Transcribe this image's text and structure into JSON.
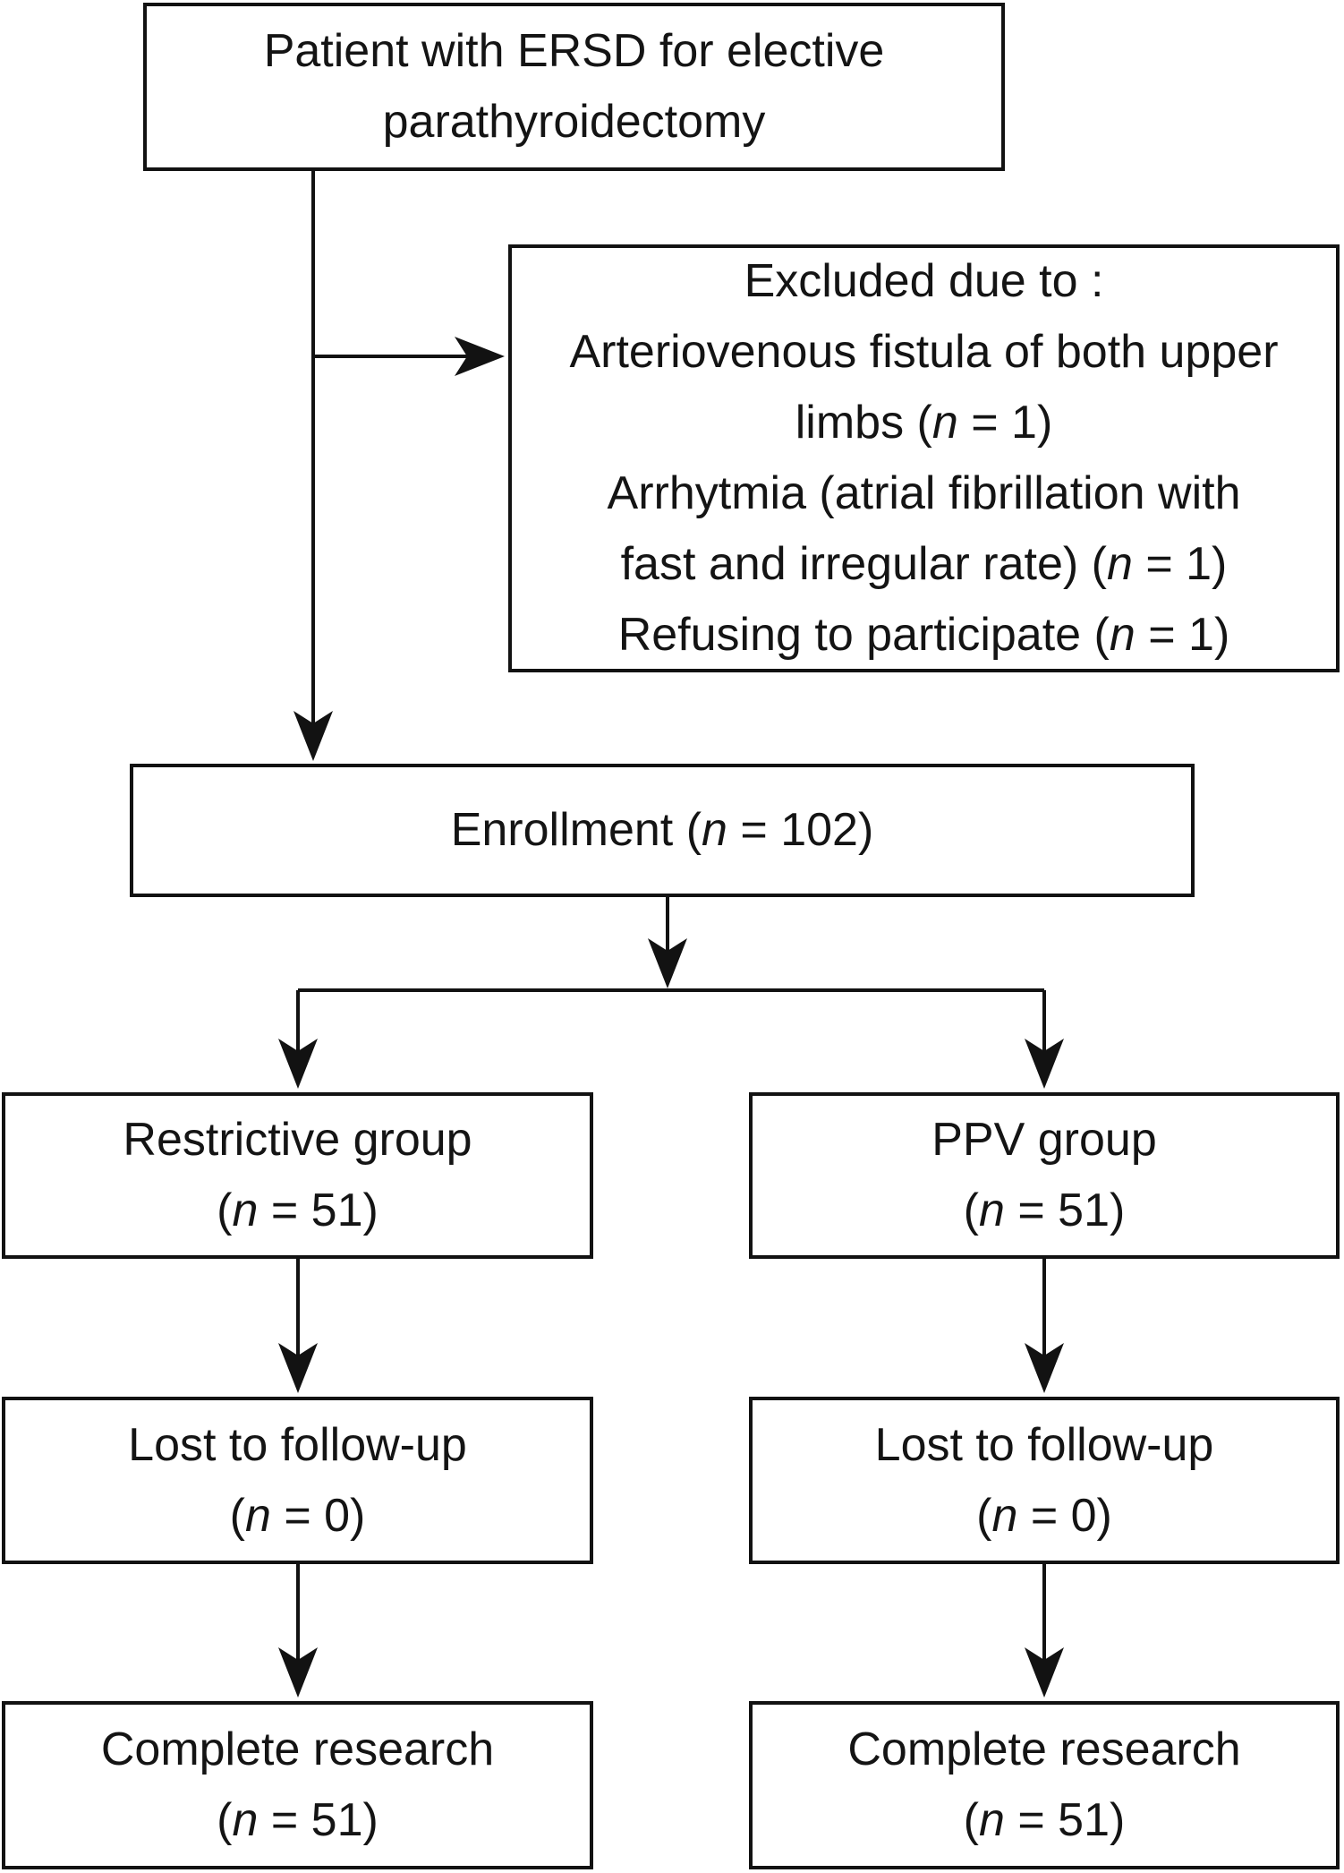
{
  "figure": {
    "background_color": "#ffffff",
    "line_color": "#121212",
    "text_color": "#141414"
  },
  "boxes": {
    "patient": {
      "lines": [
        [
          {
            "text": "Patient with ERSD for elective"
          }
        ],
        [
          {
            "text": "parathyroidectomy"
          }
        ]
      ]
    },
    "excluded": {
      "lines": [
        [
          {
            "text": "Excluded due to :"
          }
        ],
        [
          {
            "text": "Arteriovenous fistula of both upper"
          }
        ],
        [
          {
            "text": "limbs ("
          },
          {
            "text": "n",
            "italic": true
          },
          {
            "text": " = 1)"
          }
        ],
        [
          {
            "text": "Arrhytmia (atrial fibrillation with"
          }
        ],
        [
          {
            "text": "fast and irregular rate) ("
          },
          {
            "text": "n",
            "italic": true
          },
          {
            "text": " = 1)"
          }
        ],
        [
          {
            "text": "Refusing to participate ("
          },
          {
            "text": "n",
            "italic": true
          },
          {
            "text": " = 1)"
          }
        ]
      ]
    },
    "enrollment": {
      "lines": [
        [
          {
            "text": "Enrollment ("
          },
          {
            "text": "n",
            "italic": true
          },
          {
            "text": " = 102)"
          }
        ]
      ]
    },
    "restrictive": {
      "lines": [
        [
          {
            "text": "Restrictive group"
          }
        ],
        [
          {
            "text": "("
          },
          {
            "text": "n",
            "italic": true
          },
          {
            "text": " = 51)"
          }
        ]
      ]
    },
    "ppv": {
      "lines": [
        [
          {
            "text": "PPV group"
          }
        ],
        [
          {
            "text": "("
          },
          {
            "text": "n",
            "italic": true
          },
          {
            "text": " = 51)"
          }
        ]
      ]
    },
    "lost_left": {
      "lines": [
        [
          {
            "text": "Lost to follow-up"
          }
        ],
        [
          {
            "text": "("
          },
          {
            "text": "n",
            "italic": true
          },
          {
            "text": " = 0)"
          }
        ]
      ]
    },
    "lost_right": {
      "lines": [
        [
          {
            "text": "Lost to follow-up"
          }
        ],
        [
          {
            "text": "("
          },
          {
            "text": "n",
            "italic": true
          },
          {
            "text": " = 0)"
          }
        ]
      ]
    },
    "complete_left": {
      "lines": [
        [
          {
            "text": "Complete research"
          }
        ],
        [
          {
            "text": "("
          },
          {
            "text": "n",
            "italic": true
          },
          {
            "text": " = 51)"
          }
        ]
      ]
    },
    "complete_right": {
      "lines": [
        [
          {
            "text": "Complete research"
          }
        ],
        [
          {
            "text": "("
          },
          {
            "text": "n",
            "italic": true
          },
          {
            "text": " = 51)"
          }
        ]
      ]
    }
  },
  "connectors": [
    {
      "from": "patient",
      "to": "enrollment"
    },
    {
      "from": "patient",
      "to": "excluded"
    },
    {
      "from": "enrollment",
      "to": "split"
    },
    {
      "from": "split",
      "to": "restrictive"
    },
    {
      "from": "split",
      "to": "ppv"
    },
    {
      "from": "restrictive",
      "to": "lost_left"
    },
    {
      "from": "ppv",
      "to": "lost_right"
    },
    {
      "from": "lost_left",
      "to": "complete_left"
    },
    {
      "from": "lost_right",
      "to": "complete_right"
    }
  ]
}
